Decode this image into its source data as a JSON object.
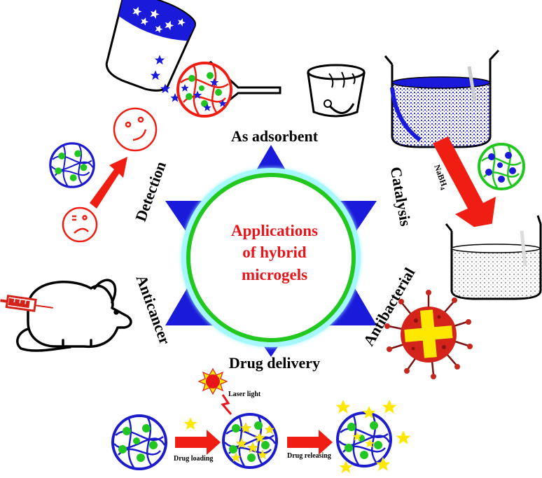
{
  "center": {
    "title_line1": "Applications",
    "title_line2": "of hybrid",
    "title_line3": "microgels",
    "title_color": "#e8161b"
  },
  "labels": {
    "adsorbent": "As adsorbent",
    "catalysis": "Catalysis",
    "antibacterial": "Antibacterial",
    "drug_delivery": "Drug delivery",
    "anticancer": "Anticancer",
    "detection": "Detection"
  },
  "annotations": {
    "nabh4": "NaBH",
    "nabh4_sub": "4",
    "laser": "Laser light",
    "drug_loading": "Drug loading",
    "drug_releasing": "Drug releasing"
  },
  "colors": {
    "star_of_david": "#1a1adb",
    "ring": "#22c81e",
    "arrow": "#ef1d12",
    "microgel": "#1c1ccc",
    "particle": "#21c621",
    "drug_star": "#ffe800",
    "bacteria": "#d4231a"
  },
  "icons": [
    "beaker-icon",
    "funnel-icon",
    "bucket-icon",
    "microgel-icon",
    "smiley-face-icon",
    "sad-face-icon",
    "mouse-icon",
    "syringe-icon",
    "virus-icon",
    "sun-icon",
    "star-icon"
  ]
}
